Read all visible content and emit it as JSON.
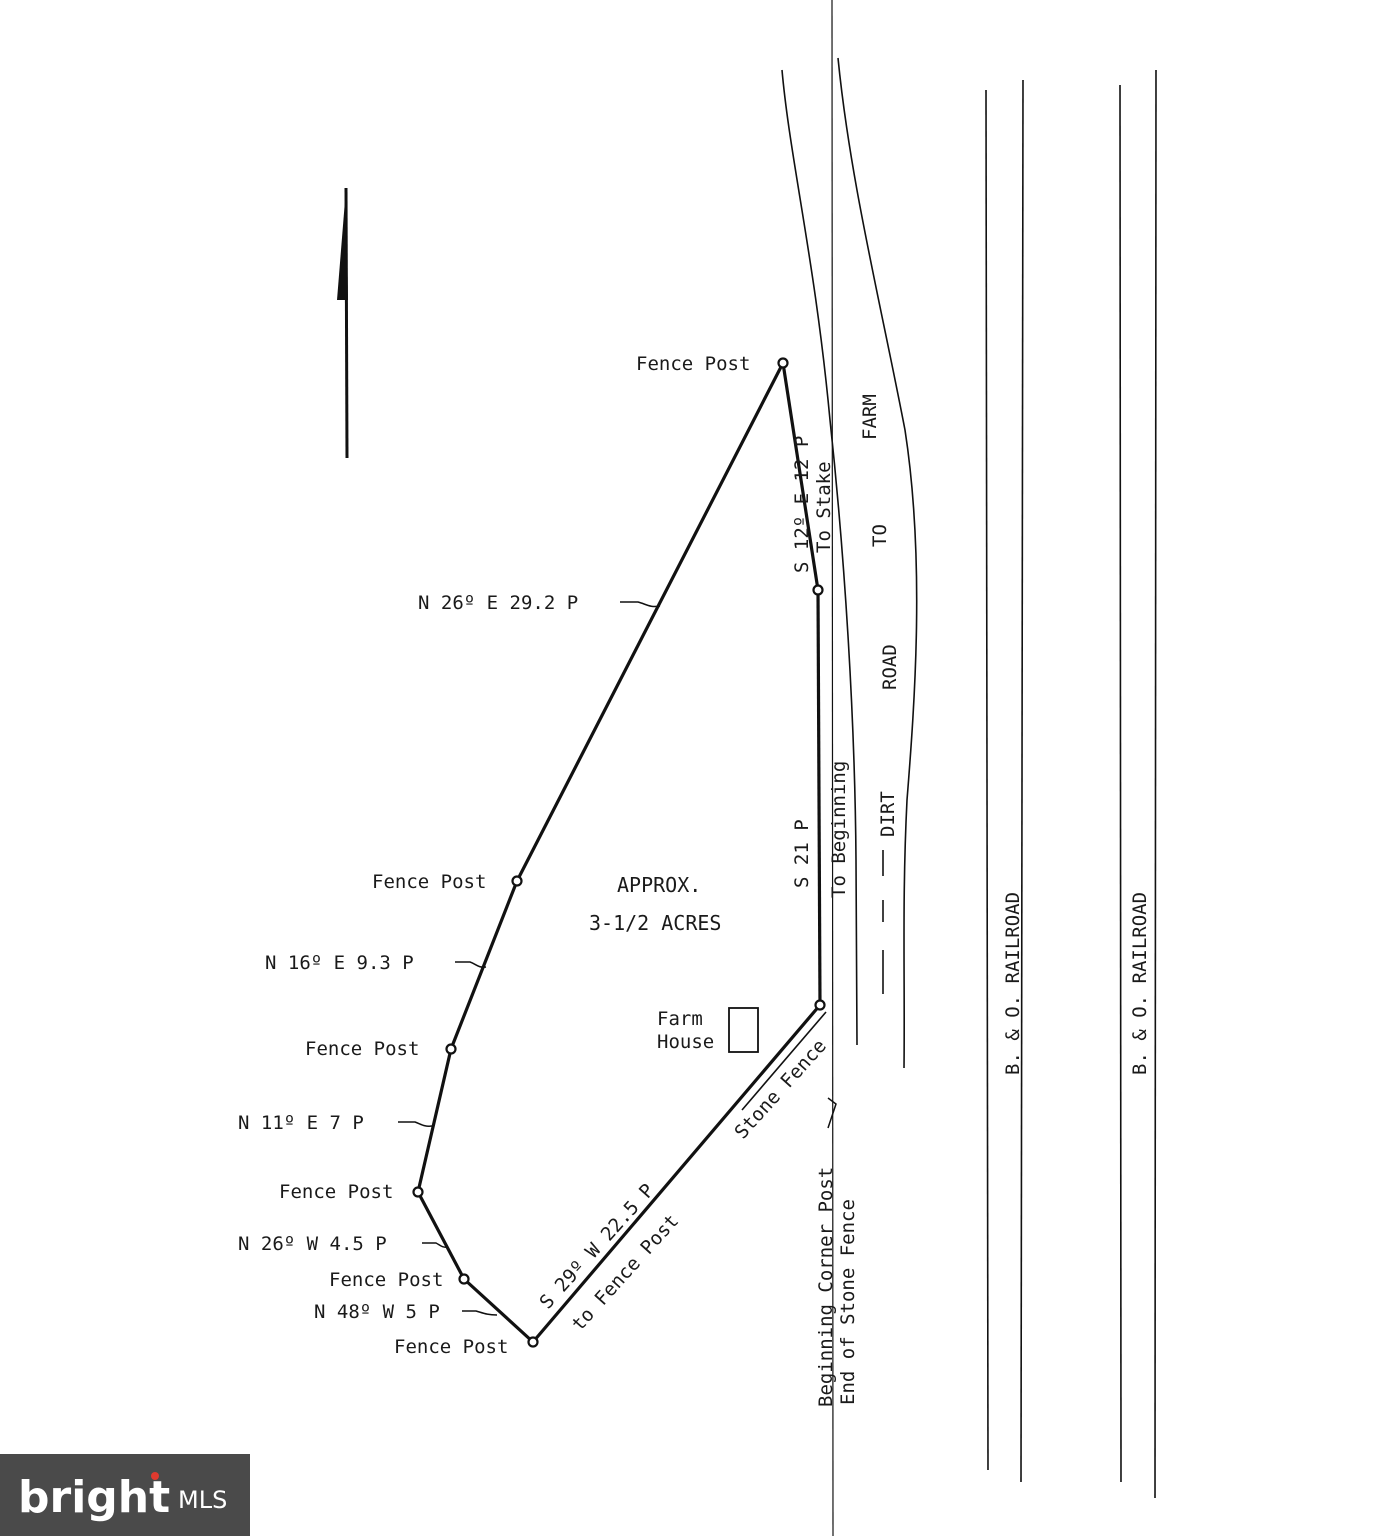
{
  "labels": {
    "fence_post": "Fence Post",
    "n26e": "N 26º E  29.2 P",
    "n16e": "N 16º E  9.3 P",
    "n11e": "N 11º E  7 P",
    "n26w": "N 26º W  4.5 P",
    "n48w": "N 48º W 5 P",
    "s12e": "S 12º E 12 P",
    "to_stake": "To Stake",
    "s21": "S  21 P",
    "to_beginning": "To Beginning",
    "s29w": "S 29º W  22.5 P",
    "to_fence_post": "to Fence Post",
    "stone_fence": "Stone Fence",
    "beginning_corner_post": "Beginning Corner Post",
    "end_of_stone_fence": "End of Stone Fence",
    "approx": "APPROX.",
    "acres": "3-1/2 ACRES",
    "farm": "Farm",
    "house": "House",
    "road_farm": "FARM",
    "road_to": "TO",
    "road_road": "ROAD",
    "road_dirt": "DIRT",
    "railroad_1": "B.  &  O.    RAILROAD",
    "railroad_2": "B.  &  O.    RAILROAD"
  },
  "watermark": {
    "brand": "bright",
    "suffix": "MLS",
    "accent_color": "#e03a2f",
    "background_color": "#4a4a4a"
  }
}
